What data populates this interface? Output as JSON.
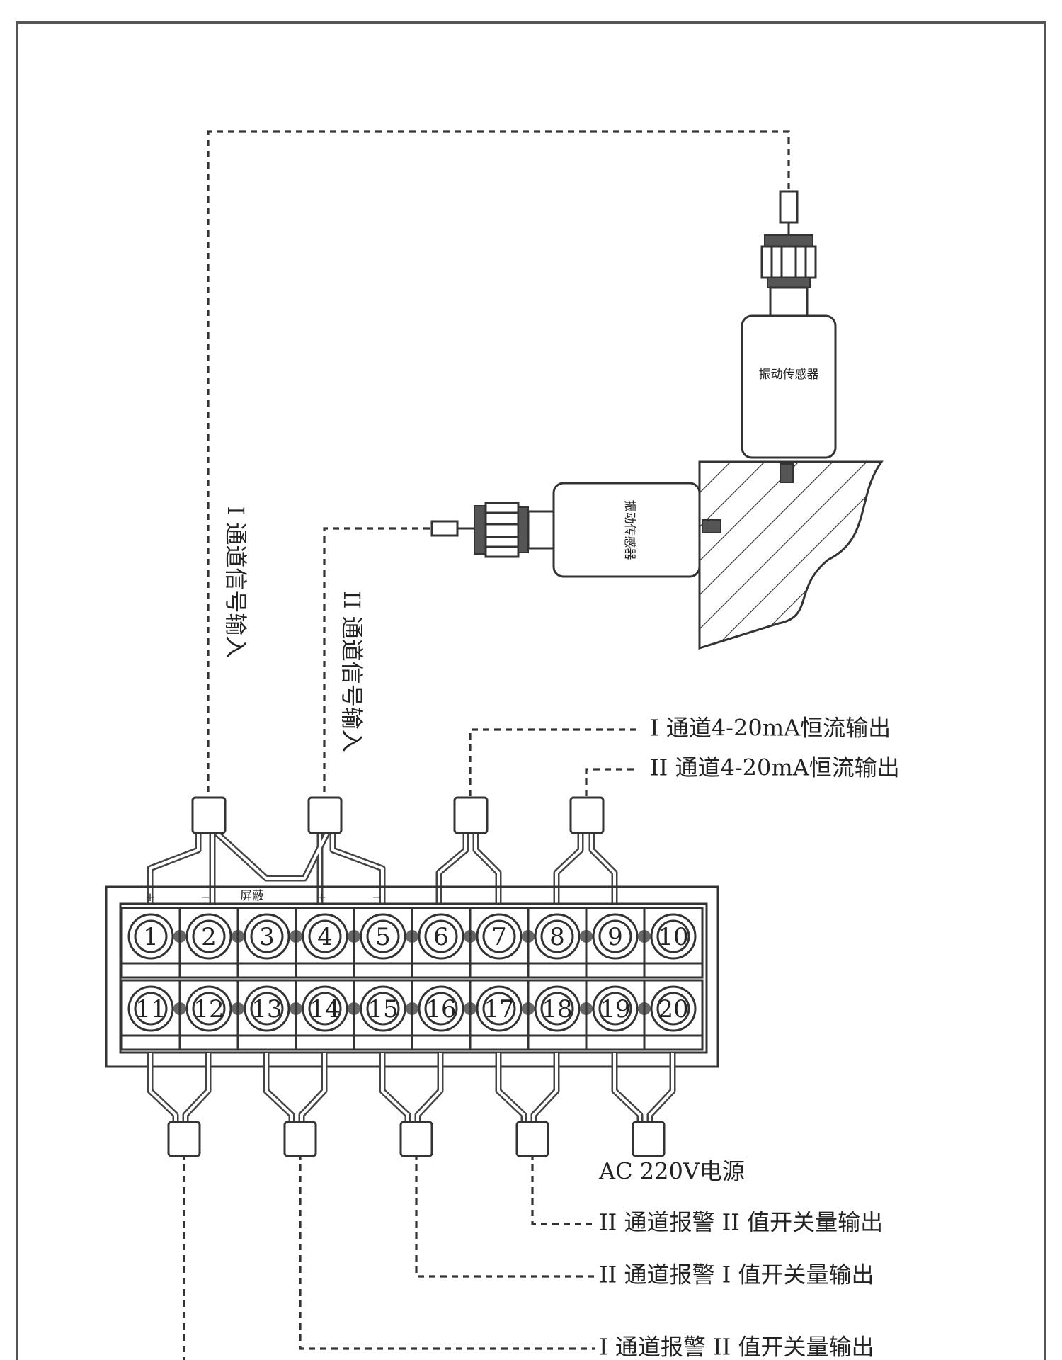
{
  "sensors": {
    "vertical_label": "振动传感器",
    "horizontal_label": "振动传感器"
  },
  "inputs": {
    "ch1": "I 通道信号输入",
    "ch2": "II 通道信号输入"
  },
  "outputs": {
    "ch1_current": "I 通道4-20mA恒流输出",
    "ch2_current": "II 通道4-20mA恒流输出",
    "power": "AC  220V电源",
    "ch2_alarm2": "II 通道报警 II 值开关量输出",
    "ch2_alarm1": "II 通道报警 I 值开关量输出",
    "ch1_alarm2": "I 通道报警 II 值开关量输出"
  },
  "terminal_block": {
    "center_mark": "屏蔽",
    "top_row": [
      "1",
      "2",
      "3",
      "4",
      "5",
      "6",
      "7",
      "8",
      "9",
      "10"
    ],
    "bottom_row": [
      "11",
      "12",
      "13",
      "14",
      "15",
      "16",
      "17",
      "18",
      "19",
      "20"
    ],
    "polarity_marks": [
      "+",
      "−",
      "",
      "+",
      "−"
    ]
  }
}
